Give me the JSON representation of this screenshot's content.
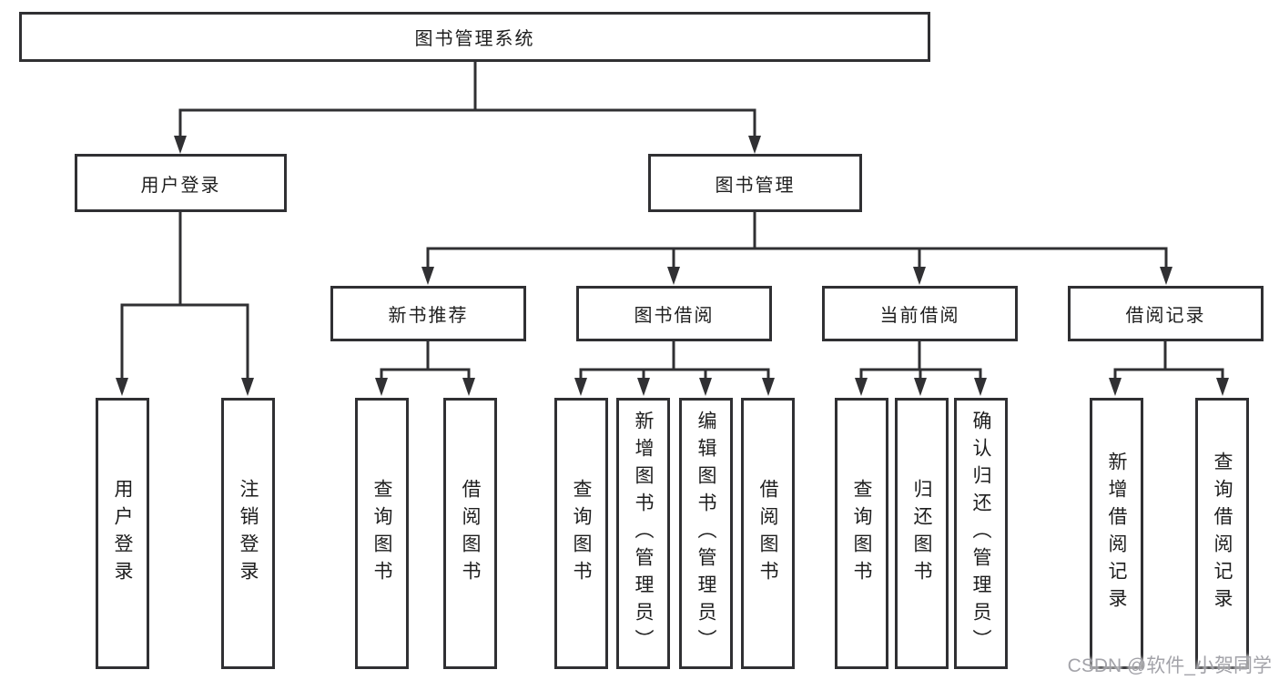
{
  "colors": {
    "line": "#303033",
    "box_border": "#303033",
    "text": "#1e1e1e",
    "background": "#ffffff",
    "watermark": "#9e9ea4"
  },
  "watermark": {
    "text": "CSDN @软件_小贺同学"
  },
  "tree": {
    "root": {
      "label": "图书管理系统"
    },
    "branches": {
      "user_login": {
        "label": "用户登录",
        "leaves": {
          "login": {
            "label": "用户登录"
          },
          "logout": {
            "label": "注销登录"
          }
        }
      },
      "book_management": {
        "label": "图书管理",
        "sections": {
          "new_book_recommend": {
            "label": "新书推荐",
            "leaves": {
              "query_books": {
                "label": "查询图书"
              },
              "borrow_books": {
                "label": "借阅图书"
              }
            }
          },
          "book_borrowing": {
            "label": "图书借阅",
            "leaves": {
              "query_books": {
                "label": "查询图书"
              },
              "add_books": {
                "label": "新增图书（管理员）"
              },
              "edit_books": {
                "label": "编辑图书（管理员）"
              },
              "borrow_books": {
                "label": "借阅图书"
              }
            }
          },
          "current_borrowing": {
            "label": "当前借阅",
            "leaves": {
              "query_books": {
                "label": "查询图书"
              },
              "return_books": {
                "label": "归还图书"
              },
              "confirm_return": {
                "label": "确认归还（管理员）"
              }
            }
          },
          "borrowing_records": {
            "label": "借阅记录",
            "leaves": {
              "add_record": {
                "label": "新增借阅记录"
              },
              "query_record": {
                "label": "查询借阅记录"
              }
            }
          }
        }
      }
    }
  }
}
